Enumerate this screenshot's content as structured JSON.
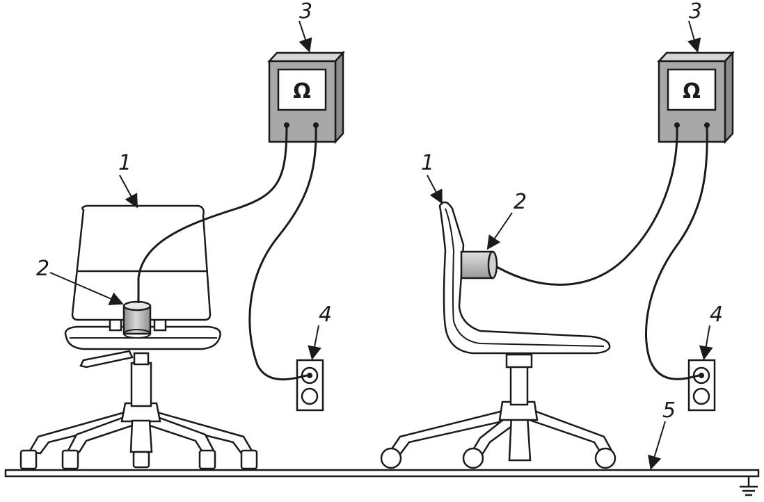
{
  "labels": {
    "chair": "1",
    "electrode": "2",
    "ohmmeter": "3",
    "socket": "4",
    "floor": "5"
  },
  "meter_symbol": "Ω",
  "colors": {
    "meter_body": "#a8a8a8",
    "meter_side": "#8c8c8c",
    "electrode": "#bdbdbd",
    "ink": "#1a1a1a"
  }
}
